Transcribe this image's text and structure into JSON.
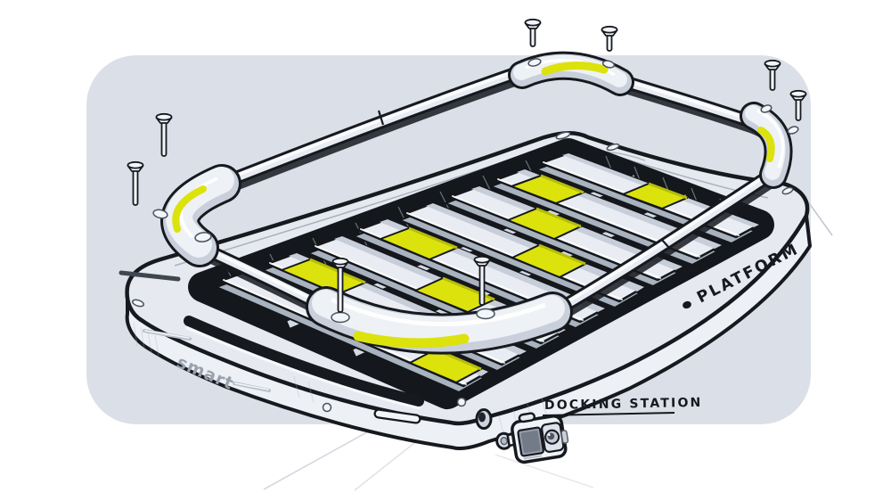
{
  "scene": {
    "description": "Hand-drawn industrial design sketch: exploded view of a smart roof-rack platform with a screw-on top frame, slatted deck with yellow accents, and a docking-station action camera",
    "screw_count": 8,
    "slat_count": 8
  },
  "labels": {
    "platform": "PLATFORM",
    "docking_station": "DOCKING STATION",
    "brand": "smart"
  },
  "colors": {
    "canvas": "#ffffff",
    "panel": "#dbe0e8",
    "ink": "#16191e",
    "accent_yellow": "#dce20c",
    "metal_light": "#eef1f6",
    "metal_mid": "#cfd6e0",
    "metal_dark": "#a9b2bf"
  }
}
